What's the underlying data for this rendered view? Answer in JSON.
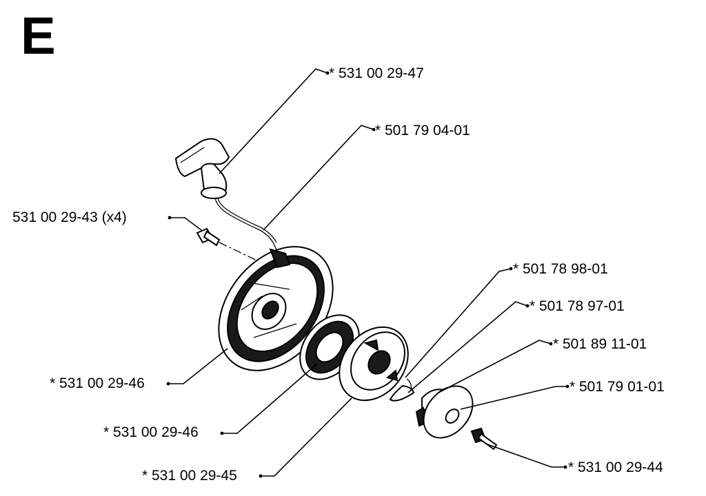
{
  "section": {
    "letter": "E"
  },
  "callouts": [
    {
      "id": "handle",
      "label": "* 531 00 29-47"
    },
    {
      "id": "rope",
      "label": "* 501 79 04-01"
    },
    {
      "id": "screw-x4",
      "label": "531 00 29-43 (x4)"
    },
    {
      "id": "housing",
      "label": "* 531 00 29-46"
    },
    {
      "id": "spring-cassette",
      "label": "* 531 00 29-46"
    },
    {
      "id": "pulley",
      "label": "* 531 00 29-45"
    },
    {
      "id": "spring-clip",
      "label": "* 501 78 98-01"
    },
    {
      "id": "washer-small",
      "label": "* 501 78 97-01"
    },
    {
      "id": "pawl",
      "label": "* 501 89 11-01"
    },
    {
      "id": "washer-large",
      "label": "* 501 79 01-01"
    },
    {
      "id": "center-screw",
      "label": "* 531 00 29-44"
    }
  ]
}
